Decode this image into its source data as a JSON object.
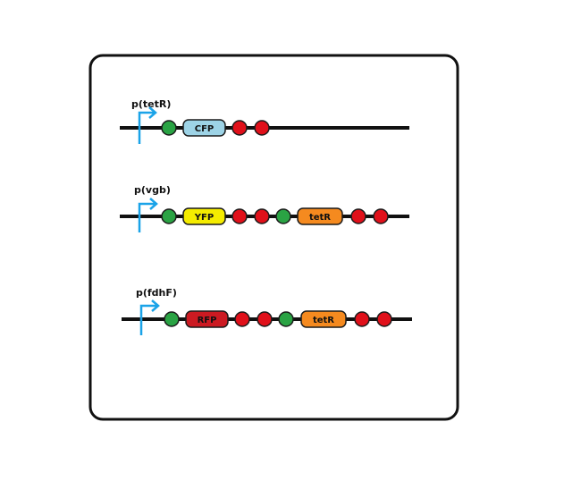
{
  "colors": {
    "frame": "#111111",
    "dna": "#111111",
    "promoter": "#1aa3e8",
    "rbs": "#2aa344",
    "terminator": "#e0101a",
    "cfp": "#9dd3e6",
    "yfp": "#f5ec00",
    "tetr": "#f58a1f",
    "rfp": "#cc1a22"
  },
  "constructs": [
    {
      "promoter": "p(tetR)",
      "parts": [
        {
          "kind": "rbs"
        },
        {
          "kind": "gene",
          "label": "CFP",
          "color": "cfp"
        },
        {
          "kind": "terminator"
        },
        {
          "kind": "terminator"
        }
      ]
    },
    {
      "promoter": "p(vgb)",
      "parts": [
        {
          "kind": "rbs"
        },
        {
          "kind": "gene",
          "label": "YFP",
          "color": "yfp"
        },
        {
          "kind": "terminator"
        },
        {
          "kind": "terminator"
        },
        {
          "kind": "rbs"
        },
        {
          "kind": "gene",
          "label": "tetR",
          "color": "tetr"
        },
        {
          "kind": "terminator"
        },
        {
          "kind": "terminator"
        }
      ]
    },
    {
      "promoter": "p(fdhF)",
      "parts": [
        {
          "kind": "rbs"
        },
        {
          "kind": "gene",
          "label": "RFP",
          "color": "rfp"
        },
        {
          "kind": "terminator"
        },
        {
          "kind": "terminator"
        },
        {
          "kind": "rbs"
        },
        {
          "kind": "gene",
          "label": "tetR",
          "color": "tetr"
        },
        {
          "kind": "terminator"
        },
        {
          "kind": "terminator"
        }
      ]
    }
  ]
}
